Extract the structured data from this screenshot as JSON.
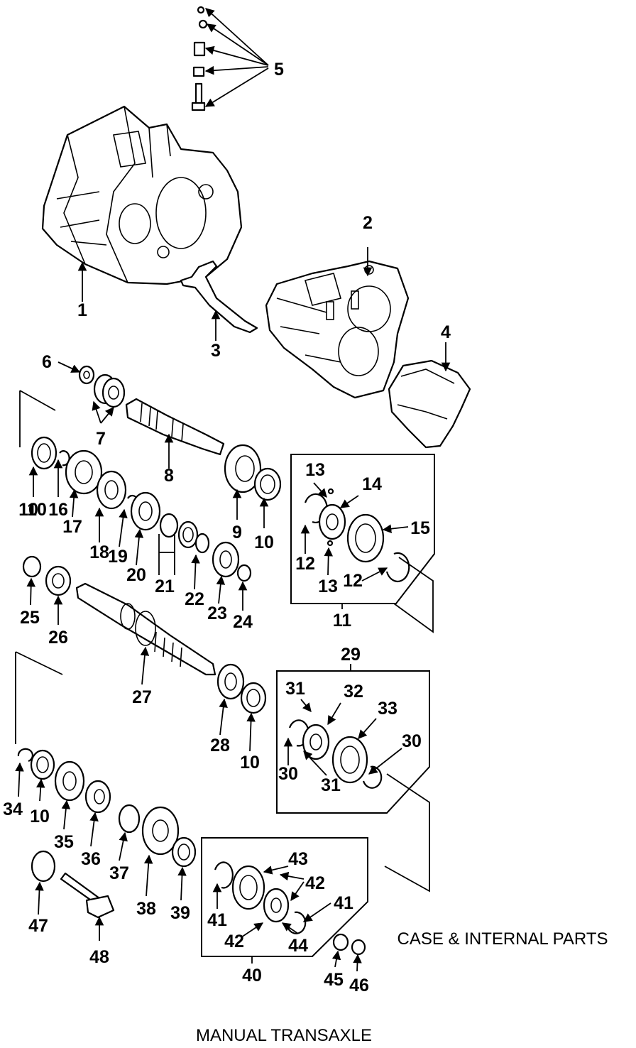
{
  "diagram": {
    "subtitle": "CASE & INTERNAL PARTS",
    "title": "MANUAL TRANSAXLE",
    "callouts": [
      "1",
      "2",
      "3",
      "4",
      "5",
      "6",
      "7",
      "8",
      "9",
      "10",
      "10",
      "10",
      "10",
      "10",
      "11",
      "12",
      "12",
      "13",
      "13",
      "14",
      "15",
      "16",
      "17",
      "18",
      "19",
      "20",
      "21",
      "22",
      "23",
      "24",
      "25",
      "26",
      "27",
      "28",
      "29",
      "30",
      "30",
      "31",
      "31",
      "32",
      "33",
      "34",
      "35",
      "36",
      "37",
      "38",
      "39",
      "40",
      "41",
      "41",
      "42",
      "42",
      "43",
      "44",
      "45",
      "46",
      "47",
      "48"
    ]
  }
}
